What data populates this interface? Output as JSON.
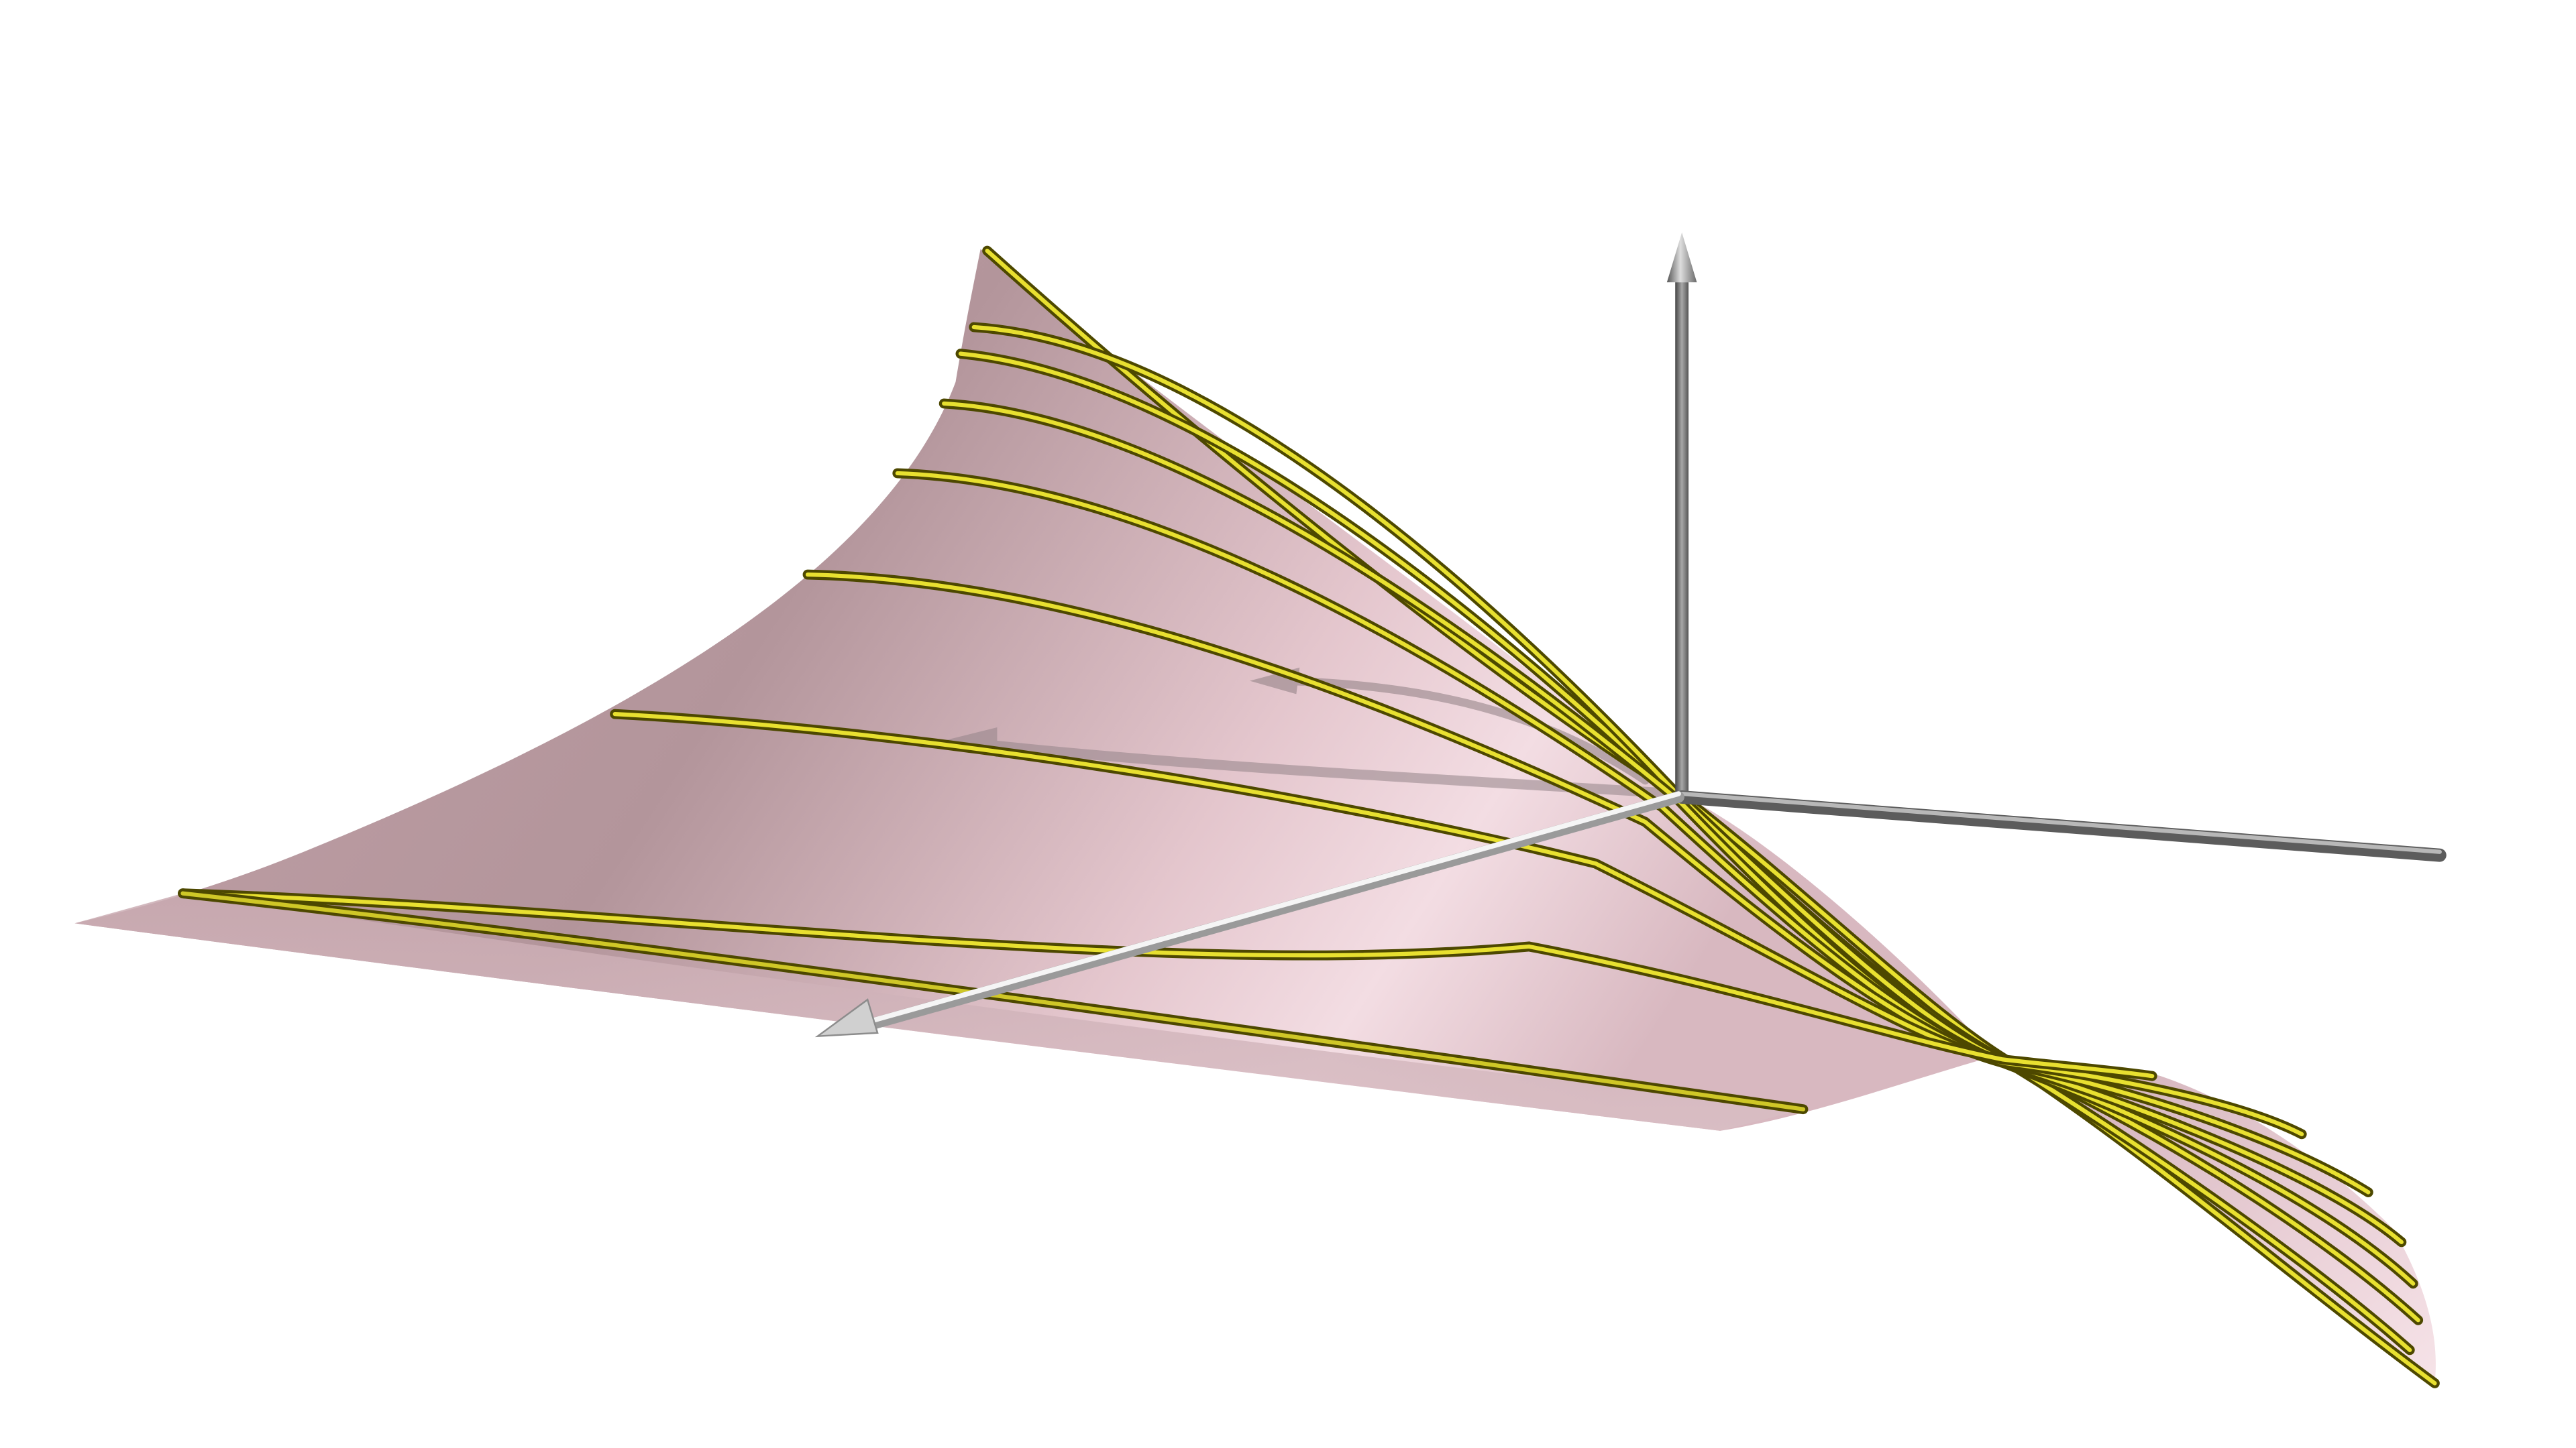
{
  "diagram": {
    "kind": "3d-surface-with-curves",
    "colors": {
      "background": "#ffffff",
      "surface_light": "#f4dce3",
      "surface_mid": "#d6b2ba",
      "surface_dark": "#b39198",
      "curve": "#b8b000",
      "curve_highlight": "#f2ee3a",
      "curve_shadow": "#4d4800",
      "axis_dark": "#6a6a6a",
      "axis_light": "#e8e8e8",
      "axis_faded": "#b4a0a4"
    },
    "axes": [
      {
        "name": "vertical-axis",
        "arrowhead": true
      },
      {
        "name": "horizontal-axis",
        "arrowhead": false
      },
      {
        "name": "front-axis",
        "arrowhead": true
      },
      {
        "name": "back-axis",
        "arrowhead": true
      },
      {
        "name": "back-axis-curved",
        "arrowhead": true
      }
    ],
    "curve_count": 9
  }
}
